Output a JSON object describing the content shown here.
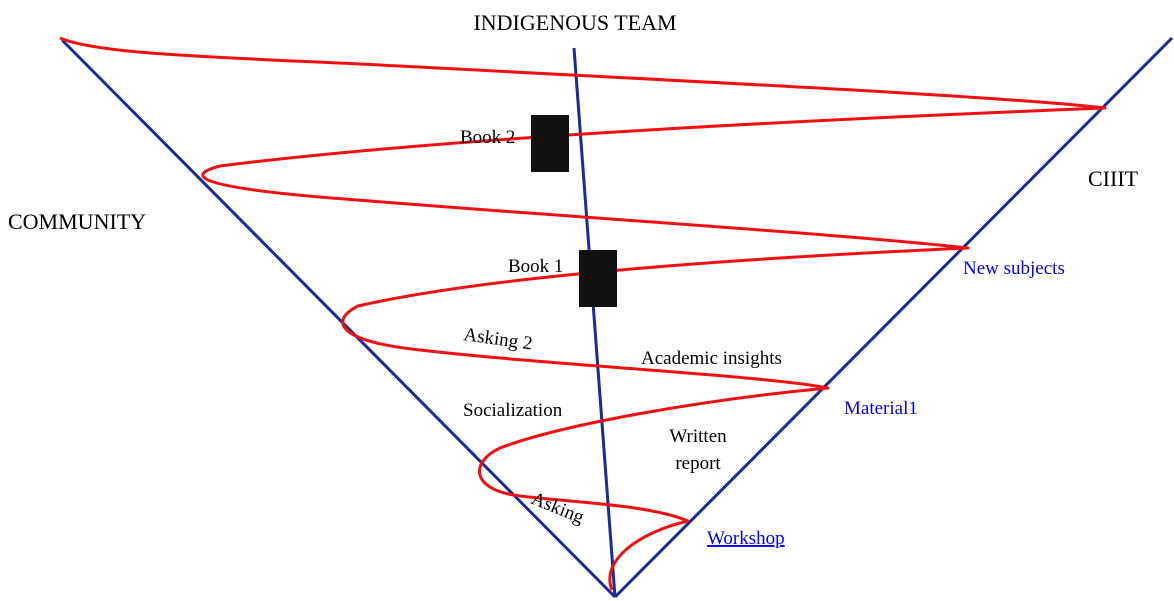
{
  "title": "INDIGENOUS TEAM",
  "left_label": "COMMUNITY",
  "right_label": "CIIIT",
  "books": {
    "book2": "Book 2",
    "book1": "Book 1"
  },
  "spiral_labels": {
    "asking2": "Asking 2",
    "academic_insights": "Academic insights",
    "socialization": "Socialization",
    "written": "Written",
    "report": "report",
    "asking": "Asking"
  },
  "right_side_labels": {
    "new_subjects": "New subjects",
    "material1": "Material1",
    "workshop": "Workshop"
  },
  "colors": {
    "axes": "#1a2a9a",
    "spiral": "#ee1111",
    "blue_text": "#0000ee",
    "book_block": "#111111"
  }
}
